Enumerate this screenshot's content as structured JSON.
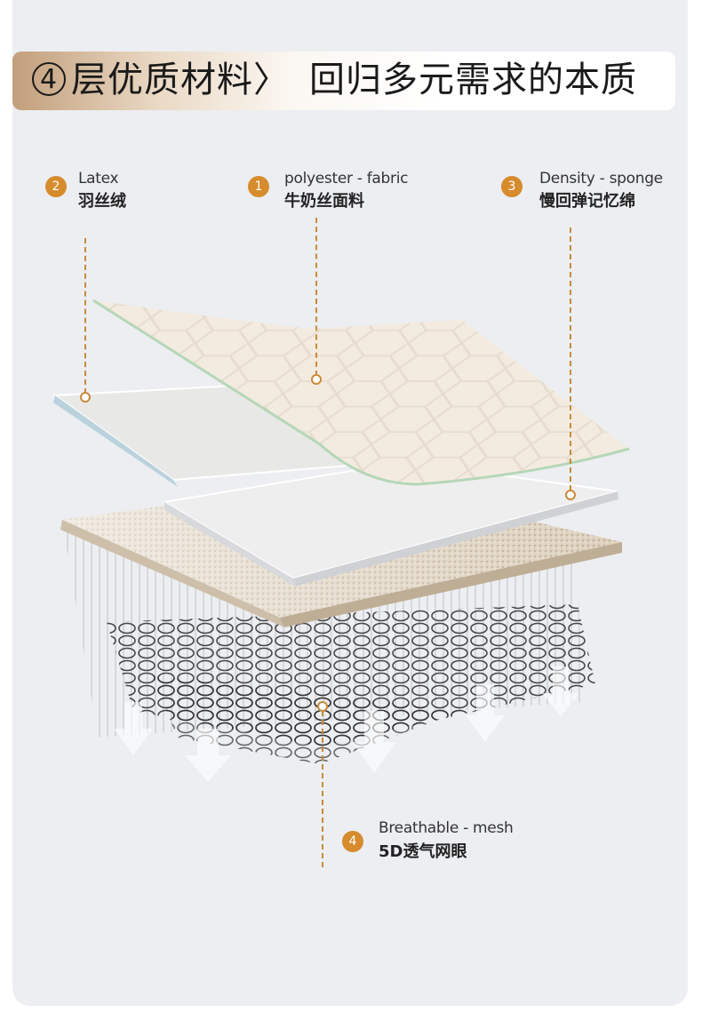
{
  "title": {
    "number": "4",
    "part1": "层优质材料〉",
    "part2": "回归多元需求的本质"
  },
  "layers": [
    {
      "number": "2",
      "en": "Latex",
      "cn": "羽丝绒"
    },
    {
      "number": "1",
      "en": "polyester - fabric",
      "cn": "牛奶丝面料"
    },
    {
      "number": "3",
      "en": "Density - sponge",
      "cn": "慢回弹记忆绵"
    },
    {
      "number": "4",
      "en": "Breathable - mesh",
      "cn": "5D透气网眼"
    }
  ],
  "colors": {
    "accent": "#d68b2d",
    "background": "#eceef1"
  }
}
